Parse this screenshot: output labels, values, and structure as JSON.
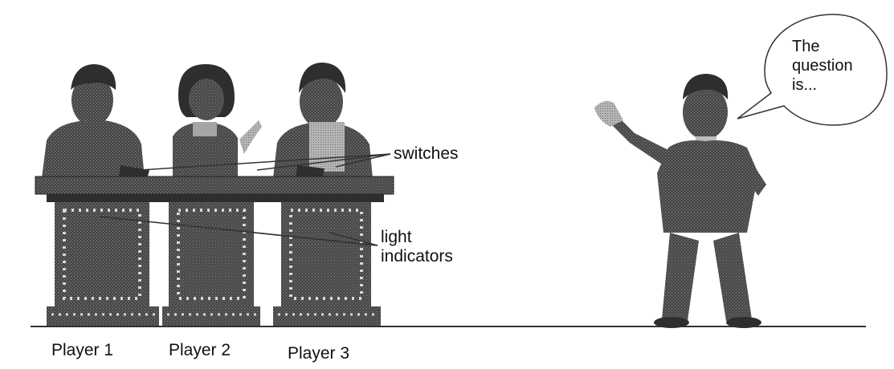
{
  "labels": {
    "switches": "switches",
    "light_indicators_line1": "light",
    "light_indicators_line2": "indicators"
  },
  "players": [
    {
      "label": "Player 1"
    },
    {
      "label": "Player 2"
    },
    {
      "label": "Player 3"
    }
  ],
  "host": {
    "speech_line1": "The",
    "speech_line2": "question",
    "speech_line3": "is..."
  },
  "colors": {
    "figure": "#4a4a4a",
    "figure_dark": "#2e2e2e",
    "stipple": "#9a9a9a",
    "line": "#333333"
  }
}
